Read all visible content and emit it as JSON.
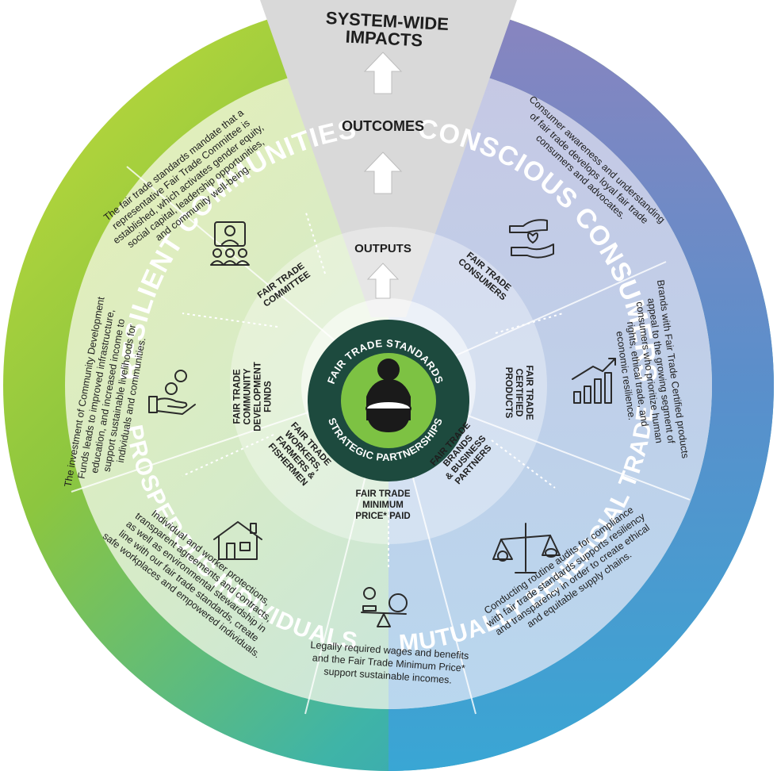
{
  "cone": {
    "system_wide_line1": "SYSTEM-WIDE",
    "system_wide_line2": "IMPACTS",
    "outcomes": "OUTCOMES",
    "outputs": "OUTPUTS"
  },
  "quadrants": {
    "resilient": "RESILIENT COMMUNITIES",
    "conscious": "CONSCIOUS CONSUMERS",
    "mutually": "MUTUALLY BENEFICIAL TRADE",
    "prosperous": "PROSPEROUS INDIVIDUALS"
  },
  "core": {
    "top": "FAIR TRADE STANDARDS",
    "bottom": "STRATEGIC PARTNERSHIPS"
  },
  "segments": {
    "committee": [
      "FAIR TRADE",
      "COMMITTEE"
    ],
    "consumers": [
      "FAIR TRADE",
      "CONSUMERS"
    ],
    "products": [
      "FAIR TRADE",
      "CERTIFIED",
      "PRODUCTS"
    ],
    "brands": [
      "FAIR TRADE",
      "BRANDS",
      "& BUSINESS",
      "PARTNERS"
    ],
    "minimum": [
      "FAIR TRADE",
      "MINIMUM",
      "PRICE* PAID"
    ],
    "workers": [
      "FAIR TRADE",
      "WORKERS,",
      "FARMERS &",
      "FISHERMEN"
    ],
    "funds": [
      "FAIR TRADE",
      "COMMUNITY",
      "DEVELOPMENT",
      "FUNDS"
    ]
  },
  "texts": {
    "committee": [
      "The fair trade standards mandate that a",
      "representative Fair Trade Committee is",
      "established, which activates gender equity,",
      "social capital, leadership opportunities,",
      "and community well-being."
    ],
    "consumers": [
      "Consumer awareness and understanding",
      "of fair trade develops loyal fair trade",
      "consumers and advocates."
    ],
    "products": [
      "Brands with Fair Trade Certified products",
      "appeal to the growing segment of",
      "consumers who prioritize human",
      "rights, ethical trade, and",
      "economic resilience."
    ],
    "brands": [
      "Conducting routine audits for compliance",
      "with fair trade standards supports resiliency",
      "and transparency in order to create ethical",
      "and equitable supply chains."
    ],
    "minimum": [
      "Legally required wages and benefits",
      "and the Fair Trade Minimum Price*",
      "support sustainable incomes."
    ],
    "workers": [
      "Individual and worker protections,",
      "transparent agreements and contracts,",
      "as well as environmental stewardship in",
      "line with our fair trade standards, create",
      "safe workplaces and empowered individuals."
    ],
    "funds": [
      "The investment of Community Development",
      "Funds leads to improved infrastructure,",
      "education, and increased income to",
      "support sustainable livelihoods for",
      "individuals and communities."
    ]
  },
  "colors": {
    "green": "#8cc63f",
    "lime": "#c6dc3a",
    "purple": "#7f86c1",
    "blue": "#3f8fce",
    "teal": "#2fb7c6",
    "core_dark": "#1d4a3e",
    "core_green": "#7dc243",
    "cone": "#d9d9d9"
  },
  "icons": [
    "video-call-icon",
    "hands-heart-icon",
    "growth-chart-icon",
    "balance-scale-icon",
    "scale-coin-icon",
    "house-icon",
    "hand-coins-icon"
  ]
}
